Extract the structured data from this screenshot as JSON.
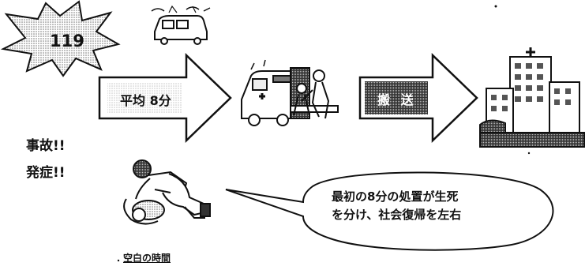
{
  "starburst": {
    "label": "119"
  },
  "arrow_avg": {
    "label": "平均 8分"
  },
  "arrow_transport": {
    "label": "搬 送"
  },
  "incident": {
    "accident": "事故!!",
    "onset": "発症!!"
  },
  "blank_time": {
    "label": "空白の時間"
  },
  "speech": {
    "line1": "最初の8分の処置が生死",
    "line2": "を分け、社会復帰を左右"
  }
}
